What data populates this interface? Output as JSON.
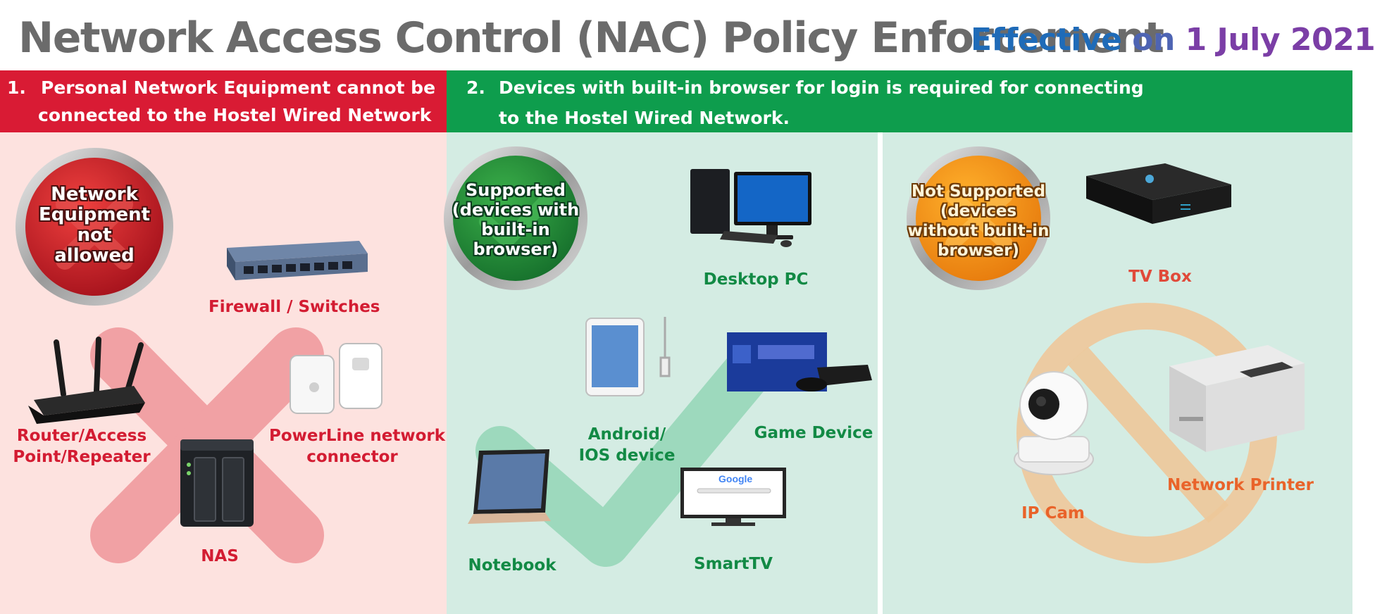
{
  "header": {
    "title": "Network Access Control (NAC) Policy Enforcement",
    "effective": {
      "part1": "Effective",
      "part2": "on",
      "part3": "1 July 2021"
    }
  },
  "banners": {
    "red": {
      "number": "1.",
      "line1": "Personal Network Equipment cannot be",
      "line2": "connected to the Hostel Wired Network"
    },
    "green": {
      "number": "2.",
      "line1": "Devices with built-in browser for login is required for connecting",
      "line2": "to the Hostel Wired Network."
    }
  },
  "panel_not_allowed": {
    "badge": [
      "Network",
      "Equipment",
      "not",
      "allowed"
    ],
    "items": {
      "firewall": "Firewall / Switches",
      "router_line1": "Router/Access",
      "router_line2": "Point/Repeater",
      "powerline_line1": "PowerLine network",
      "powerline_line2": "connector",
      "nas": "NAS"
    }
  },
  "panel_supported": {
    "badge": [
      "Supported",
      "(devices with",
      "built-in",
      "browser)"
    ],
    "items": {
      "desktop": "Desktop PC",
      "mobile_line1": "Android/",
      "mobile_line2": "IOS device",
      "game": "Game Device",
      "notebook": "Notebook",
      "smarttv": "SmartTV"
    },
    "screen_text": "Google"
  },
  "panel_not_supported": {
    "badge": [
      "Not Supported",
      "(devices",
      "without built-in",
      "browser)"
    ],
    "items": {
      "tvbox": "TV Box",
      "ipcam": "IP Cam",
      "printer": "Network Printer"
    }
  },
  "colors": {
    "red_banner": "#d91b34",
    "green_banner": "#0e9d4d",
    "red_panel": "#fde2df",
    "green_panel": "#d4ece3",
    "title_gray": "#6b6b6b"
  }
}
